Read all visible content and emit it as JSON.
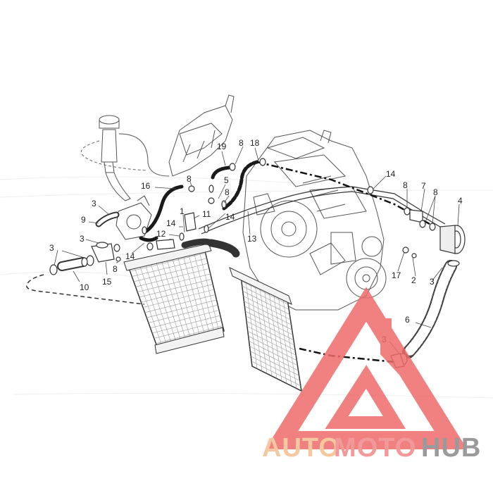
{
  "diagram": {
    "callouts": [
      {
        "id": "c1",
        "text": "1"
      },
      {
        "id": "c2",
        "text": "2"
      },
      {
        "id": "c3a",
        "text": "3"
      },
      {
        "id": "c3b",
        "text": "3"
      },
      {
        "id": "c3c",
        "text": "3"
      },
      {
        "id": "c3d",
        "text": "3"
      },
      {
        "id": "c3e",
        "text": "3"
      },
      {
        "id": "c4",
        "text": "4"
      },
      {
        "id": "c5",
        "text": "5"
      },
      {
        "id": "c6",
        "text": "6"
      },
      {
        "id": "c7",
        "text": "7"
      },
      {
        "id": "c8a",
        "text": "8"
      },
      {
        "id": "c8b",
        "text": "8"
      },
      {
        "id": "c8c",
        "text": "8"
      },
      {
        "id": "c8d",
        "text": "8"
      },
      {
        "id": "c8e",
        "text": "8"
      },
      {
        "id": "c8f",
        "text": "8"
      },
      {
        "id": "c9",
        "text": "9"
      },
      {
        "id": "c10",
        "text": "10"
      },
      {
        "id": "c11",
        "text": "11"
      },
      {
        "id": "c12",
        "text": "12"
      },
      {
        "id": "c13",
        "text": "13"
      },
      {
        "id": "c14a",
        "text": "14"
      },
      {
        "id": "c14b",
        "text": "14"
      },
      {
        "id": "c14c",
        "text": "14"
      },
      {
        "id": "c14d",
        "text": "14"
      },
      {
        "id": "c15",
        "text": "15"
      },
      {
        "id": "c16",
        "text": "16"
      },
      {
        "id": "c17",
        "text": "17"
      },
      {
        "id": "c18",
        "text": "18"
      },
      {
        "id": "c19",
        "text": "19"
      }
    ]
  },
  "watermark": {
    "part1": "AUTO",
    "part2": "MOTO",
    "part3": "HUB",
    "color1": "#f4c8a0",
    "color2": "#f29a9a",
    "color3": "#9a9a9a",
    "triangle_color": "#ef6b6b"
  },
  "colors": {
    "line": "#444444",
    "hose": "#1a1a1a",
    "grid": "#888888"
  }
}
